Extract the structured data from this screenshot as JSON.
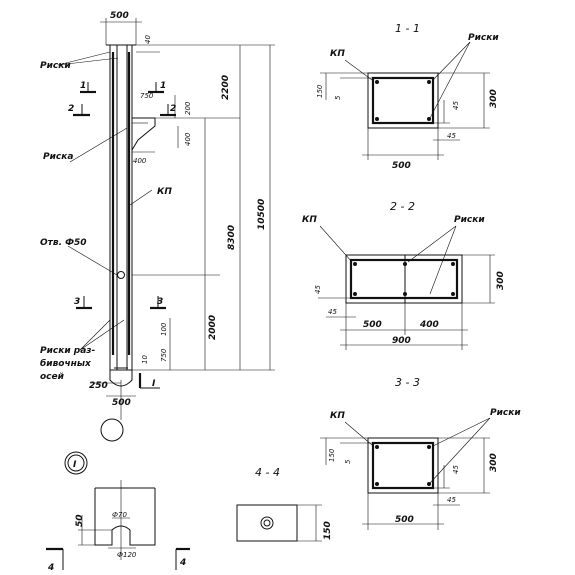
{
  "dims": {
    "d500": "500",
    "d40": "40",
    "d2200": "2200",
    "d10500": "10500",
    "d8300": "8300",
    "d200": "200",
    "d750": "750",
    "d400": "400",
    "d2000": "2000",
    "d100": "100",
    "d10": "10",
    "d250": "250",
    "d150": "150",
    "d5": "5",
    "d300": "300",
    "d45": "45",
    "d900": "900",
    "d50": "50",
    "d70": "Ф70",
    "d120": "Ф120"
  },
  "labels": {
    "riski": "Риски",
    "riska": "Риска",
    "kp": "КП",
    "otv": "Отв. Ф50",
    "riski_raz_1": "Риски раз-",
    "riski_raz_2": "бивочных",
    "riski_raz_3": "осей",
    "one": "1",
    "two": "2",
    "three": "3",
    "four": "4",
    "I": "I"
  },
  "sections": {
    "s11": "1 - 1",
    "s22": "2 - 2",
    "s33": "3 - 3",
    "s44": "4 - 4"
  }
}
